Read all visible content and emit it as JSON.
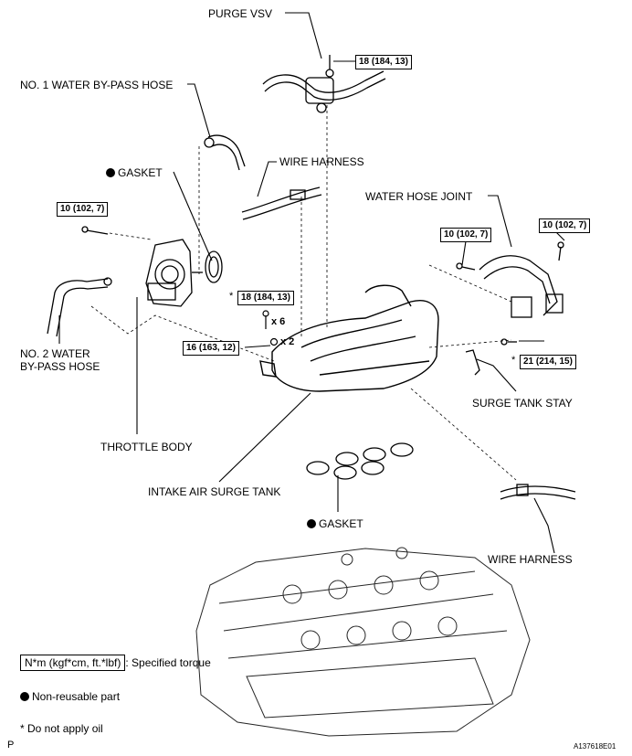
{
  "labels": {
    "purge_vsv": "PURGE VSV",
    "water_bypass_1": "NO. 1 WATER BY-PASS HOSE",
    "gasket_top": "GASKET",
    "wire_harness_top": "WIRE HARNESS",
    "water_hose_joint": "WATER HOSE JOINT",
    "water_bypass_2_line1": "NO. 2 WATER",
    "water_bypass_2_line2": "BY-PASS HOSE",
    "surge_tank_stay": "SURGE TANK STAY",
    "throttle_body": "THROTTLE BODY",
    "intake_surge_tank": "INTAKE AIR SURGE TANK",
    "gasket_bottom": "GASKET",
    "wire_harness_bottom": "WIRE HARNESS"
  },
  "torques": {
    "t_purge": "18 (184, 13)",
    "t_throttle": "10 (102, 7)",
    "t_joint_left": "10 (102, 7)",
    "t_joint_right": "10 (102, 7)",
    "t_bolt6": "18 (184, 13)",
    "t_nut2": "16 (163, 12)",
    "t_stay": "21 (214, 15)"
  },
  "multipliers": {
    "x6": "x 6",
    "x2": "x 2"
  },
  "legend": {
    "torque_box": "N*m (kgf*cm, ft.*lbf)",
    "torque_text": ": Specified torque",
    "non_reusable": "Non-reusable part",
    "no_oil": "* Do not apply oil"
  },
  "footer": {
    "left": "P",
    "right": "A137618E01"
  },
  "star_symbol": "*"
}
